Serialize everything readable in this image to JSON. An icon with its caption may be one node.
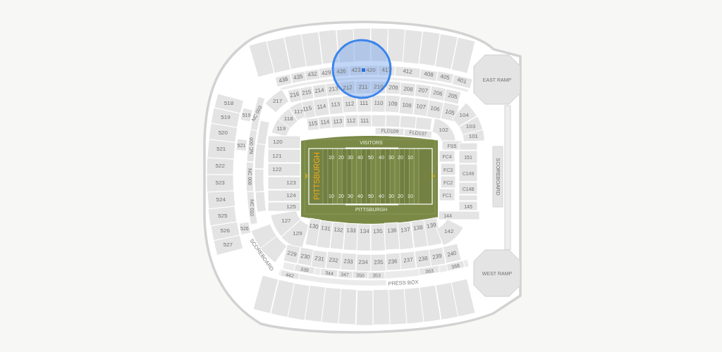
{
  "diagram": {
    "nodes": [
      {
        "text": [],
        "shape": "box"
      },
      {
        "text": [],
        "shape": "box"
      },
      {
        "text": [],
        "shape": "box"
      },
      {
        "text": [],
        "shape": "box"
      },
      {
        "text": [],
        "shape": "box"
      },
      {
        "text": [],
        "shape": "box"
      },
      {
        "text": [],
        "shape": "box"
      },
      {
        "text": [],
        "shape": "box"
      },
      {
        "text": [],
        "shape": "box"
      },
      {
        "text": [],
        "shape": "box"
      },
      {
        "text": [],
        "shape": "box"
      },
      {
        "text": [],
        "shape": "box"
      },
      {
        "text": [],
        "shape": "box"
      },
      {
        "text": [
          "EAST RAMP"
        ]
      },
      {
        "text": [
          "438"
        ]
      },
      {
        "text": [
          "435"
        ]
      },
      {
        "text": [
          "432"
        ]
      },
      {
        "text": [
          "429"
        ]
      },
      {
        "text": [
          "426"
        ]
      },
      {
        "text": [
          "423"
        ]
      },
      {
        "text": [
          "420"
        ]
      },
      {
        "text": [
          "417"
        ]
      },
      {
        "text": [
          "412"
        ]
      },
      {
        "text": [
          "408"
        ]
      },
      {
        "text": [
          "405"
        ]
      },
      {
        "text": [
          "401"
        ]
      },
      {
        "text": [
          "216"
        ]
      },
      {
        "text": [
          "215"
        ]
      },
      {
        "text": [
          "214"
        ]
      },
      {
        "text": [
          "213"
        ]
      },
      {
        "text": [
          "212"
        ]
      },
      {
        "text": [
          "211"
        ]
      },
      {
        "text": [
          "210"
        ]
      },
      {
        "text": [
          "209"
        ]
      },
      {
        "text": [
          "208"
        ]
      },
      {
        "text": [
          "207"
        ]
      },
      {
        "text": [
          "206"
        ]
      },
      {
        "text": [
          "205"
        ]
      },
      {
        "text": [
          "115"
        ]
      },
      {
        "text": [
          "114"
        ]
      },
      {
        "text": [
          "113"
        ]
      },
      {
        "text": [
          "112"
        ]
      },
      {
        "text": [
          "111"
        ]
      },
      {
        "text": [
          "110"
        ]
      },
      {
        "text": [
          "109"
        ]
      },
      {
        "text": [
          "108"
        ]
      },
      {
        "text": [
          "107"
        ]
      },
      {
        "text": [
          "106"
        ]
      },
      {
        "text": [
          "105"
        ]
      },
      {
        "text": [
          "115"
        ]
      },
      {
        "text": [
          "114"
        ]
      },
      {
        "text": [
          "113"
        ]
      },
      {
        "text": [
          "112"
        ]
      },
      {
        "text": [
          "111"
        ]
      },
      {
        "text": [],
        "shape": "box"
      },
      {
        "text": [],
        "shape": "box"
      },
      {
        "text": [],
        "shape": "box"
      },
      {
        "text": [],
        "shape": "box"
      },
      {
        "text": [
          "FLD109"
        ]
      },
      {
        "text": [
          "FLD107"
        ]
      },
      {
        "text": [
          "217"
        ]
      },
      {
        "text": [
          "117"
        ]
      },
      {
        "text": [
          "118"
        ]
      },
      {
        "text": [
          "119"
        ]
      },
      {
        "text": [
          "104"
        ]
      },
      {
        "text": [
          "103"
        ]
      },
      {
        "text": [
          "101"
        ]
      },
      {
        "text": [
          "102"
        ]
      },
      {
        "text": [
          "518"
        ]
      },
      {
        "text": [
          "519"
        ]
      },
      {
        "text": [
          "520"
        ]
      },
      {
        "text": [
          "521"
        ]
      },
      {
        "text": [
          "522"
        ]
      },
      {
        "text": [
          "523"
        ]
      },
      {
        "text": [
          "524"
        ]
      },
      {
        "text": [
          "525"
        ]
      },
      {
        "text": [
          "526"
        ]
      },
      {
        "text": [
          "527"
        ]
      },
      {
        "text": [
          "519"
        ]
      },
      {
        "text": [
          "521"
        ]
      },
      {
        "text": [
          "526"
        ]
      },
      {
        "text": [
          "NC 003"
        ]
      },
      {
        "text": [
          "NC 006"
        ]
      },
      {
        "text": [
          "NC 008"
        ]
      },
      {
        "text": [
          "NC 010"
        ]
      },
      {
        "text": [],
        "shape": "box"
      },
      {
        "text": [],
        "shape": "box"
      },
      {
        "text": [],
        "shape": "box"
      },
      {
        "text": [],
        "shape": "box"
      },
      {
        "text": [
          "120"
        ]
      },
      {
        "text": [
          "121"
        ]
      },
      {
        "text": [
          "122"
        ]
      },
      {
        "text": [
          "123"
        ]
      },
      {
        "text": [
          "124"
        ]
      },
      {
        "text": [
          "125"
        ]
      },
      {
        "text": [
          "PITTSBURGH"
        ]
      },
      {
        "text": [
          "VISITORS"
        ],
        "in": 95
      },
      {
        "text": [
          "PITTSBURGH"
        ],
        "in": 95
      },
      {
        "text": [
          "FS5"
        ]
      },
      {
        "text": [
          "FC4"
        ]
      },
      {
        "text": [
          "FC3"
        ]
      },
      {
        "text": [
          "FC2"
        ]
      },
      {
        "text": [
          "FC1"
        ]
      },
      {
        "text": [],
        "shape": "box"
      },
      {
        "text": [
          "151"
        ]
      },
      {
        "text": [
          "C149"
        ]
      },
      {
        "text": [
          "C148"
        ]
      },
      {
        "text": [],
        "shape": "box"
      },
      {
        "text": [
          "145"
        ]
      },
      {
        "text": [
          "144"
        ]
      },
      {
        "text": [
          "SCOREBOARD"
        ]
      },
      {
        "text": [
          "127"
        ]
      },
      {
        "text": [
          "129"
        ]
      },
      {
        "text": [],
        "shape": "box"
      },
      {
        "text": [],
        "shape": "box"
      },
      {
        "text": [
          "130"
        ]
      },
      {
        "text": [
          "131"
        ]
      },
      {
        "text": [
          "132"
        ]
      },
      {
        "text": [
          "133"
        ]
      },
      {
        "text": [
          "134"
        ]
      },
      {
        "text": [
          "135"
        ]
      },
      {
        "text": [
          "136"
        ]
      },
      {
        "text": [
          "137"
        ]
      },
      {
        "text": [
          "138"
        ]
      },
      {
        "text": [
          "139"
        ]
      },
      {
        "text": [
          "142"
        ]
      },
      {
        "text": [
          "229"
        ]
      },
      {
        "text": [
          "230"
        ]
      },
      {
        "text": [
          "231"
        ]
      },
      {
        "text": [
          "232"
        ]
      },
      {
        "text": [
          "233"
        ]
      },
      {
        "text": [
          "234"
        ]
      },
      {
        "text": [
          "235"
        ]
      },
      {
        "text": [
          "236"
        ]
      },
      {
        "text": [
          "237"
        ]
      },
      {
        "text": [
          "238"
        ]
      },
      {
        "text": [
          "239"
        ]
      },
      {
        "text": [
          "240"
        ]
      },
      {
        "text": [
          "339"
        ]
      },
      {
        "text": [
          "344"
        ]
      },
      {
        "text": [
          "347"
        ]
      },
      {
        "text": [
          "350"
        ]
      },
      {
        "text": [
          "353"
        ]
      },
      {
        "text": [
          "363"
        ]
      },
      {
        "text": [
          "368"
        ]
      },
      {
        "text": [
          "442"
        ]
      },
      {
        "text": [
          "WEST RAMP"
        ]
      },
      {
        "text": [],
        "shape": "box"
      },
      {
        "text": [],
        "shape": "box"
      },
      {
        "text": [],
        "shape": "box"
      },
      {
        "text": [],
        "shape": "box"
      },
      {
        "text": [],
        "shape": "box"
      },
      {
        "text": [],
        "shape": "box"
      },
      {
        "text": [],
        "shape": "box"
      },
      {
        "text": [],
        "shape": "box"
      },
      {
        "text": [],
        "shape": "box"
      },
      {
        "text": [],
        "shape": "box"
      },
      {
        "text": [],
        "shape": "box"
      },
      {
        "text": [],
        "shape": "box"
      },
      {
        "text": [],
        "shape": "box"
      }
    ],
    "labels": [
      "10",
      "20",
      "30",
      "40",
      "50",
      "40",
      "30",
      "20",
      "10",
      "10",
      "20",
      "30",
      "40",
      "50",
      "40",
      "30",
      "20",
      "10",
      "SCOREBOARD",
      "PRESS BOX"
    ]
  }
}
